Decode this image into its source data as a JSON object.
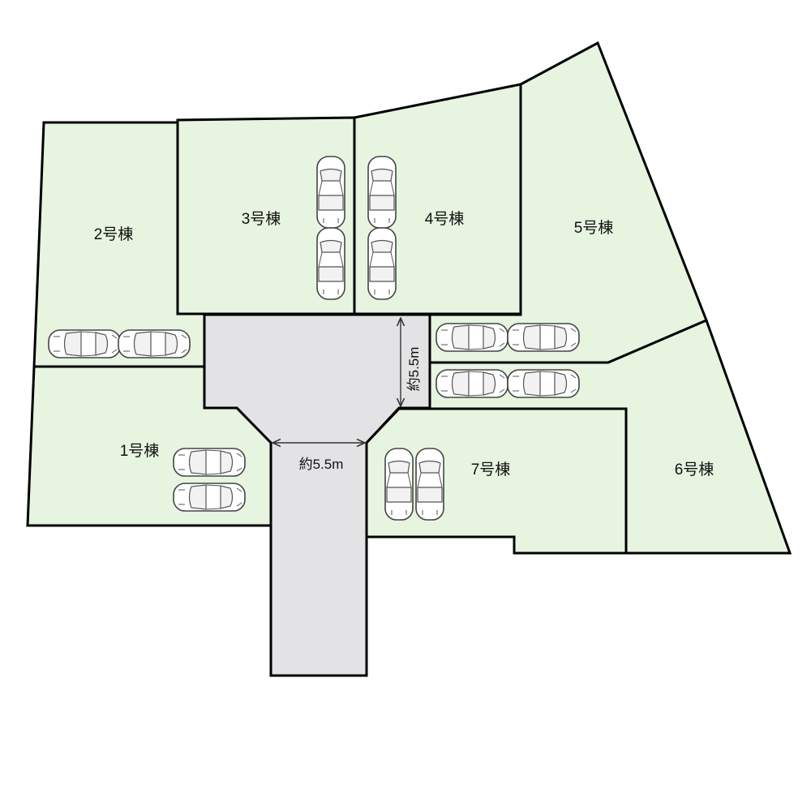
{
  "colors": {
    "lot_fill": "#e6f4e0",
    "road_fill": "#e3e3e5",
    "outline": "#000000"
  },
  "lots": [
    {
      "id": "lot-1",
      "label": "1号棟"
    },
    {
      "id": "lot-2",
      "label": "2号棟"
    },
    {
      "id": "lot-3",
      "label": "3号棟"
    },
    {
      "id": "lot-4",
      "label": "4号棟"
    },
    {
      "id": "lot-5",
      "label": "5号棟"
    },
    {
      "id": "lot-6",
      "label": "6号棟"
    },
    {
      "id": "lot-7",
      "label": "7号棟"
    }
  ],
  "dimensions": {
    "road_main_width": "約5.5m",
    "road_branch_width": "約5.5m"
  },
  "parking_icon": "car-icon"
}
